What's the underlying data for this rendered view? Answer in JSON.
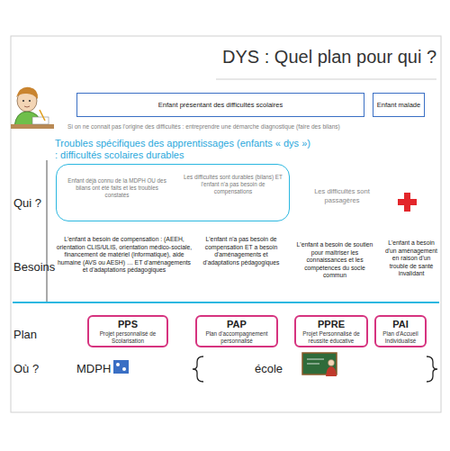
{
  "diagram": {
    "title": "DYS : Quel plan pour qui ?",
    "nodes": [
      {
        "text": [
          "Enfant présentant des difficultés scolaires"
        ]
      },
      {
        "text": [
          "Enfant malade"
        ]
      },
      {
        "text": [
          "Troubles spécifiques des apprentissages (enfants « dys ») : difficultés scolaires durables",
          "Enfant déjà connu de la MDPH OU des bilans ont été faits et les troubles constatés",
          "Les difficultés sont durables (bilans) ET l'enfant n'a pas besoin de compensations"
        ]
      },
      {
        "text": [
          "PPS",
          "Projet personnalisé de Scolarisation"
        ]
      },
      {
        "text": [
          "PAP",
          "Plan d'accompagnement personnalisé"
        ]
      },
      {
        "text": [
          "PPRE",
          "Projet Personnalisé de réussite éducative"
        ]
      },
      {
        "text": [
          "PAI",
          "Plan d'Accueil Individualisé"
        ]
      }
    ],
    "labels": [
      "Si on ne connait pas l'origine des difficultés : entreprendre une démarche diagnostique (faire des bilans)",
      "Qui ?",
      "Besoins",
      "Plan",
      "Où ?",
      "Les difficultés sont passagères",
      "L'enfant a besoin de compensation : (AEEH, orientation CLIS/ULIS, orientation médico-sociale, financement de matériel (informatique), aide humaine (AVS ou AESH) … ET d'aménagements et d'adaptations pédagogiques",
      "L'enfant n'a pas besoin de compensation ET a besoin d'aménagements et d'adaptations pédagogiques",
      "L'enfant a besoin de soutien pour maîtriser les connaissances et les compétences du socle commun",
      "L'enfant a besoin d'un aménagement en raison d'un trouble de santé invalidant",
      "MDPH",
      "école"
    ]
  }
}
